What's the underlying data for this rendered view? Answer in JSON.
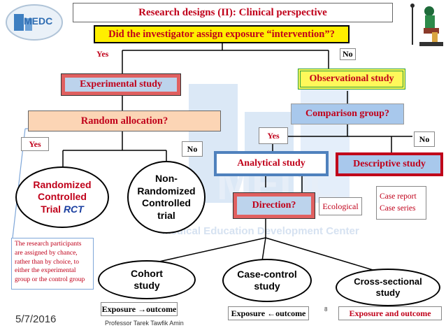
{
  "logo": {
    "text": "MEDC"
  },
  "watermark": {
    "text": "Medical Education Development Center"
  },
  "title": "Research designs (II): Clinical perspective",
  "question": "Did the investigator assign exposure “intervention”?",
  "top_yes": "Yes",
  "top_no": "No",
  "experimental": "Experimental study",
  "observational": "Observational study",
  "random": "Random allocation?",
  "comparison": "Comparison group?",
  "exp_yes": "Yes",
  "exp_no": "No",
  "obs_yes": "Yes",
  "obs_no": "No",
  "rct": {
    "line1": "Randomized",
    "line2": "Controlled",
    "line3a": "Trial ",
    "line3b": "RCT"
  },
  "nonrandom": {
    "line1": "Non-",
    "line2": "Randomized",
    "line3": "Controlled",
    "line4": "trial"
  },
  "analytical": "Analytical study",
  "descriptive": "Descriptive study",
  "direction": "Direction?",
  "ecological": "Ecological",
  "case": {
    "line1": "Case report",
    "line2": "Case series"
  },
  "note": {
    "l1": "The research participants",
    "l2": "are assigned by chance,",
    "l3": "rather than by choice, to",
    "l4": "either the experimental",
    "l5": "group or the control group"
  },
  "cohort": {
    "line1": "Cohort",
    "line2": "study"
  },
  "casecontrol": {
    "line1": "Case-control",
    "line2": "study"
  },
  "cross": {
    "line1": "Cross-sectional",
    "line2": "study"
  },
  "exp_cohort": "Exposure →outcome",
  "exp_cc": "Exposure ←outcome",
  "exp_cross": "Exposure and outcome",
  "footer": {
    "date": "5/7/2016",
    "author": "Professor Tarek Tawfik Amin",
    "page": "8"
  }
}
